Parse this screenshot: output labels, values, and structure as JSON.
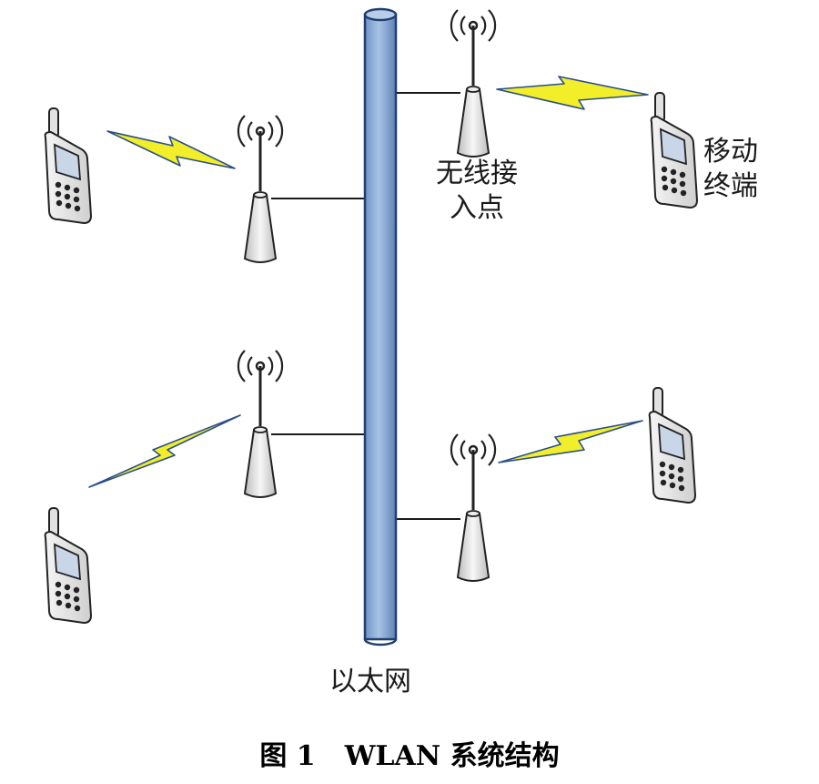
{
  "labels": {
    "access_point_line1": "无线接",
    "access_point_line2": "入点",
    "mobile_terminal_line1": "移动",
    "mobile_terminal_line2": "终端",
    "ethernet": "以太网"
  },
  "caption": {
    "figure_number": "图 1",
    "title": "WLAN 系统结构"
  },
  "colors": {
    "backbone_fill": "#8fb0d9",
    "backbone_stroke": "#1f3f6e",
    "lightning_fill": "#f2ee2a",
    "lightning_stroke": "#2a4f8a",
    "device_fill": "#e8e8e8",
    "device_stroke": "#222222",
    "phone_screen": "#c9d6e8"
  },
  "icons": {
    "access_point": "access-point-icon",
    "phone": "mobile-phone-icon",
    "signal": "wireless-signal-icon"
  }
}
